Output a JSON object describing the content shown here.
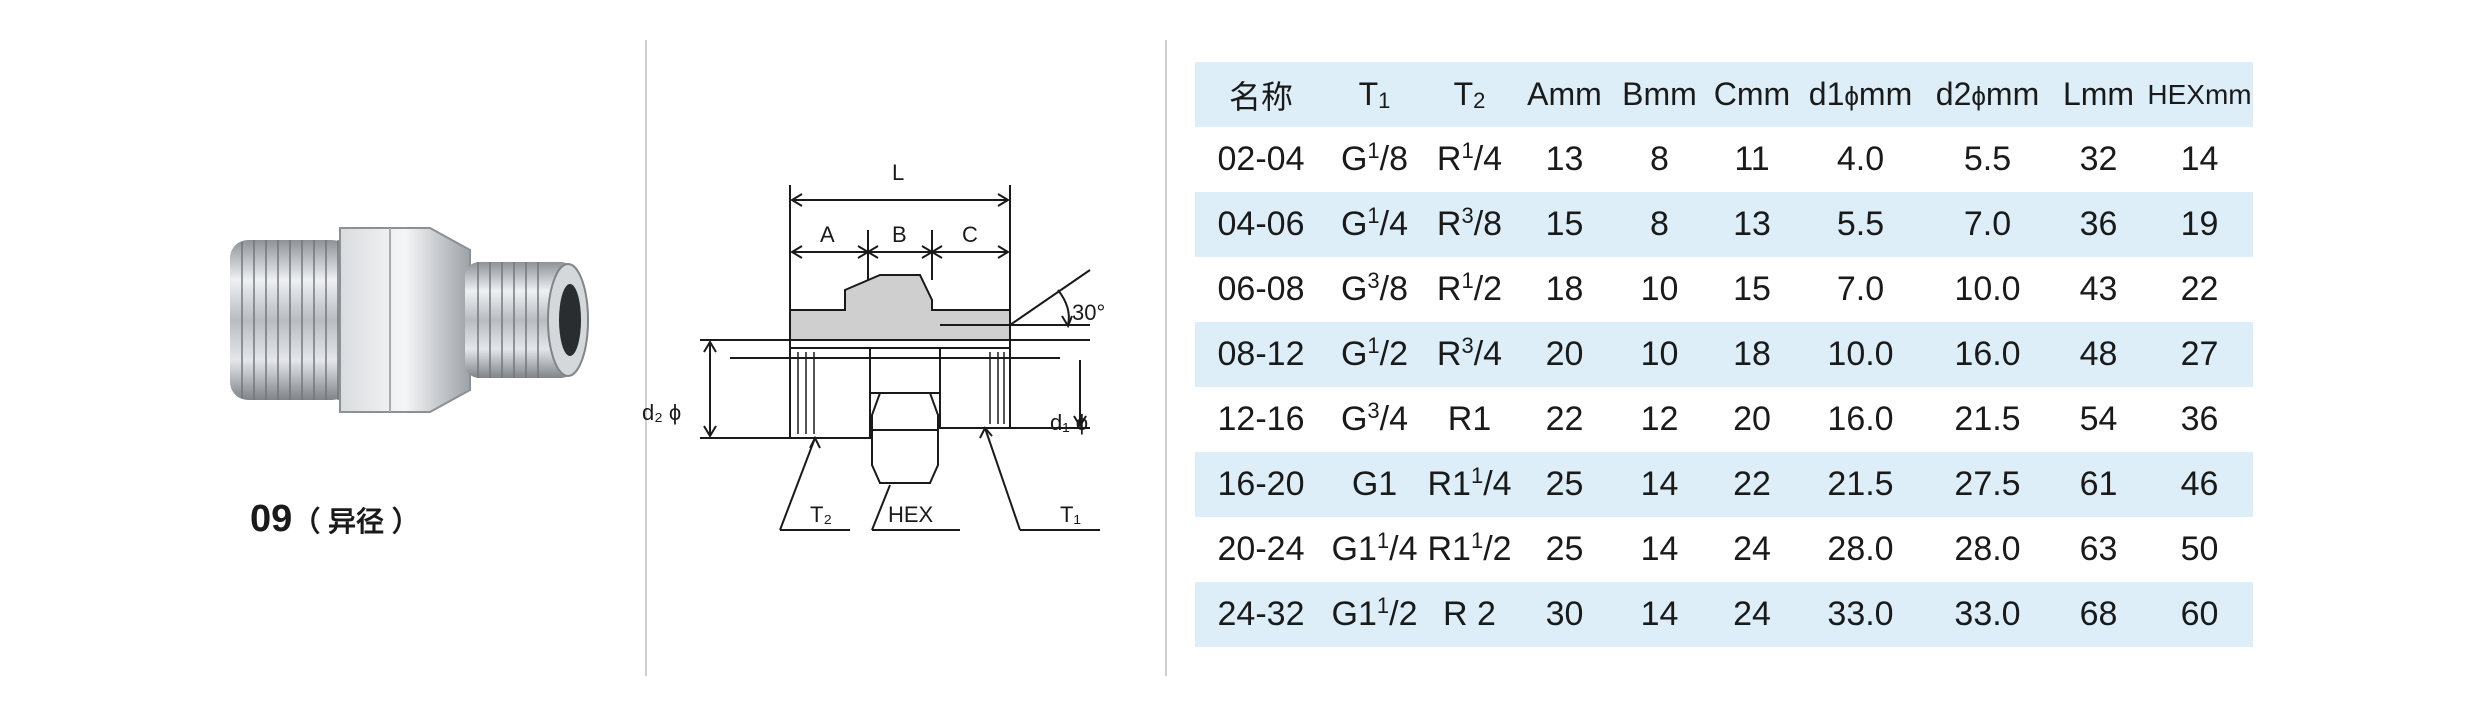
{
  "product": {
    "code": "09",
    "note": "（ 异径 ）"
  },
  "drawing": {
    "labels": {
      "L": "L",
      "A": "A",
      "B": "B",
      "C": "C",
      "angle": "30°",
      "d2": "d₂ ϕ",
      "d1": "d₁ ϕ",
      "T2": "T₂",
      "HEX": "HEX",
      "T1": "T₁"
    }
  },
  "table": {
    "headers": [
      {
        "main": "名称",
        "sub": ""
      },
      {
        "main": "T",
        "sub": "1"
      },
      {
        "main": "T",
        "sub": "2"
      },
      {
        "main": "Amm",
        "sub": ""
      },
      {
        "main": "Bmm",
        "sub": ""
      },
      {
        "main": "Cmm",
        "sub": ""
      },
      {
        "main": "d1",
        "phi": "ϕ",
        "unit": "mm"
      },
      {
        "main": "d2",
        "phi": "ϕ",
        "unit": "mm"
      },
      {
        "main": "Lmm",
        "sub": ""
      },
      {
        "main": "HEXmm",
        "sub": ""
      }
    ],
    "rows": [
      {
        "name": "02-04",
        "t1": {
          "p": "G",
          "w": "",
          "n": "1",
          "d": "/8"
        },
        "t2": {
          "p": "R",
          "w": "",
          "n": "1",
          "d": "/4"
        },
        "a": "13",
        "b": "8",
        "c": "11",
        "d1": "4.0",
        "d2": "5.5",
        "l": "32",
        "hex": "14"
      },
      {
        "name": "04-06",
        "t1": {
          "p": "G",
          "w": "",
          "n": "1",
          "d": "/4"
        },
        "t2": {
          "p": "R",
          "w": "",
          "n": "3",
          "d": "/8"
        },
        "a": "15",
        "b": "8",
        "c": "13",
        "d1": "5.5",
        "d2": "7.0",
        "l": "36",
        "hex": "19"
      },
      {
        "name": "06-08",
        "t1": {
          "p": "G",
          "w": "",
          "n": "3",
          "d": "/8"
        },
        "t2": {
          "p": "R",
          "w": "",
          "n": "1",
          "d": "/2"
        },
        "a": "18",
        "b": "10",
        "c": "15",
        "d1": "7.0",
        "d2": "10.0",
        "l": "43",
        "hex": "22"
      },
      {
        "name": "08-12",
        "t1": {
          "p": "G",
          "w": "",
          "n": "1",
          "d": "/2"
        },
        "t2": {
          "p": "R",
          "w": "",
          "n": "3",
          "d": "/4"
        },
        "a": "20",
        "b": "10",
        "c": "18",
        "d1": "10.0",
        "d2": "16.0",
        "l": "48",
        "hex": "27"
      },
      {
        "name": "12-16",
        "t1": {
          "p": "G",
          "w": "",
          "n": "3",
          "d": "/4"
        },
        "t2": {
          "p": "R1",
          "w": "",
          "n": "",
          "d": ""
        },
        "a": "22",
        "b": "12",
        "c": "20",
        "d1": "16.0",
        "d2": "21.5",
        "l": "54",
        "hex": "36"
      },
      {
        "name": "16-20",
        "t1": {
          "p": "G1",
          "w": "",
          "n": "",
          "d": ""
        },
        "t2": {
          "p": "R",
          "w": "1",
          "n": "1",
          "d": "/4"
        },
        "a": "25",
        "b": "14",
        "c": "22",
        "d1": "21.5",
        "d2": "27.5",
        "l": "61",
        "hex": "46"
      },
      {
        "name": "20-24",
        "t1": {
          "p": "G",
          "w": "1",
          "n": "1",
          "d": "/4"
        },
        "t2": {
          "p": "R",
          "w": "1",
          "n": "1",
          "d": "/2"
        },
        "a": "25",
        "b": "14",
        "c": "24",
        "d1": "28.0",
        "d2": "28.0",
        "l": "63",
        "hex": "50"
      },
      {
        "name": "24-32",
        "t1": {
          "p": "G",
          "w": "1",
          "n": "1",
          "d": "/2"
        },
        "t2": {
          "p": "R 2",
          "w": "",
          "n": "",
          "d": ""
        },
        "a": "30",
        "b": "14",
        "c": "24",
        "d1": "33.0",
        "d2": "33.0",
        "l": "68",
        "hex": "60"
      }
    ]
  },
  "colors": {
    "row_shade": "#ddeef8",
    "steel": "#c9ccd0",
    "line": "#1a1a1a",
    "gray_fill": "#cfcfcf"
  }
}
